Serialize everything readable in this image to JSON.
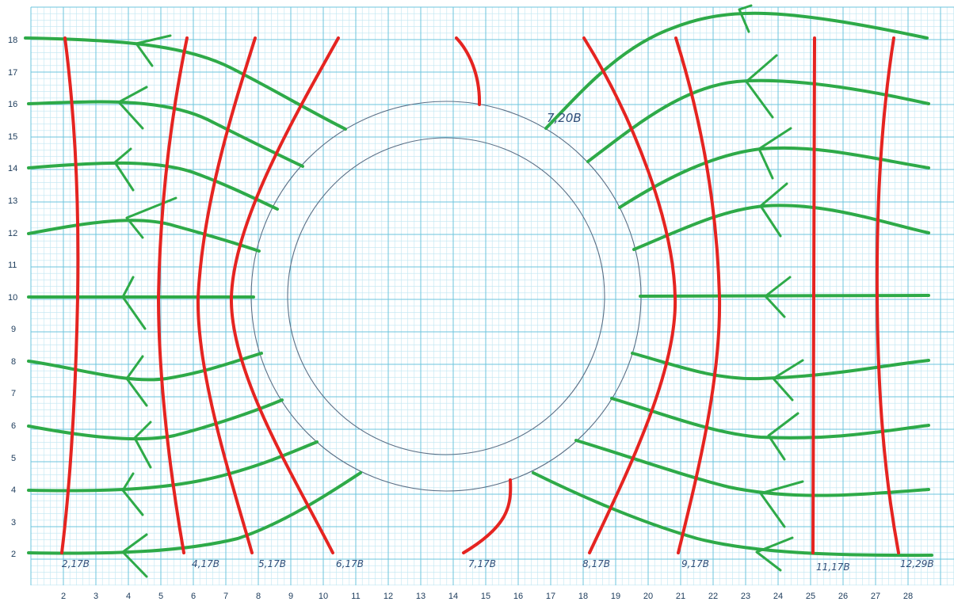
{
  "sheet": {
    "x_ticks": [
      "2",
      "3",
      "4",
      "5",
      "6",
      "7",
      "8",
      "9",
      "10",
      "11",
      "12",
      "13",
      "14",
      "15",
      "16",
      "17",
      "18",
      "19",
      "20",
      "21",
      "22",
      "23",
      "24",
      "25",
      "26",
      "27",
      "28"
    ],
    "y_ticks": [
      "2",
      "3",
      "4",
      "5",
      "6",
      "7",
      "8",
      "9",
      "10",
      "11",
      "12",
      "13",
      "14",
      "15",
      "16",
      "17",
      "18"
    ],
    "colors": {
      "grid_minor": "#bfe6f2",
      "grid_major": "#6cc4de",
      "circle": "#5a6f86",
      "equipotential": "#e52421",
      "field": "#2eaa48",
      "ink": "#2f4f7a"
    }
  },
  "labels": {
    "p1": "2,17B",
    "p2": "4,17B",
    "p3": "5,17B",
    "p4": "6,17B",
    "p5": "7,17B",
    "p6": "8,17B",
    "p7": "9,17B",
    "p8": "11,17B",
    "p9": "12,29B",
    "top": "7,20B"
  }
}
